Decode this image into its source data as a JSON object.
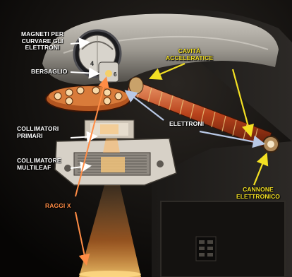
{
  "labels": {
    "magneti": "MAGNETI PER\nCURVARE GLI\nELETTRONI",
    "bersaglio": "BERSAGLIO",
    "cavita": "CAVITÀ\nACCELERATICE",
    "collimatori_primari": "COLLIMATORI\nPRIMARI",
    "elettroni": "ELETTRONI",
    "collimatore_multileaf": "COLLIMATORE\nMULTILEAF",
    "cannone": "CANNONE\nELETTRONICO",
    "raggi_x": "RAGGI X"
  },
  "dial_numbers": {
    "n4": "4",
    "n6": "6"
  },
  "colors": {
    "white_label": "#ffffff",
    "yellow_label": "#f3e023",
    "orange_label": "#ff8c45",
    "electron_arrow": "#b9c9e6",
    "beam": "#ff9a3c"
  }
}
